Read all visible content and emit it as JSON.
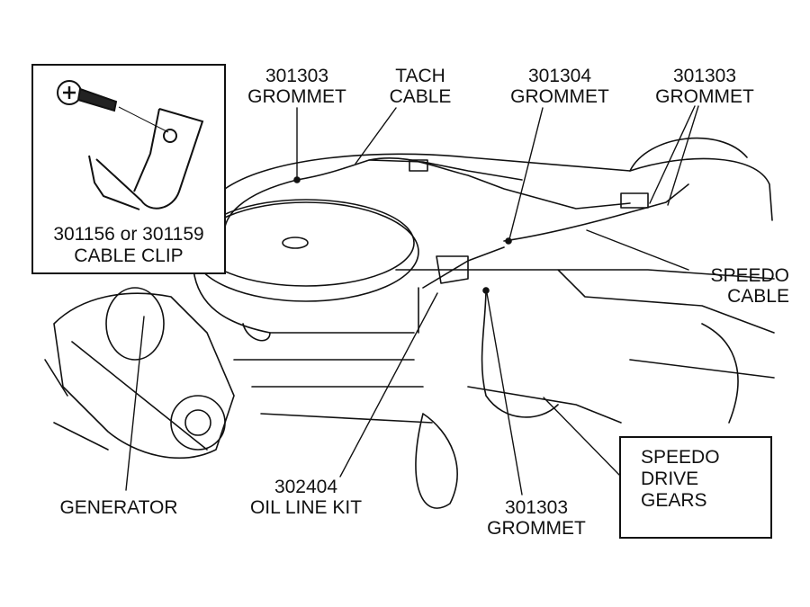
{
  "inset": {
    "part_numbers": "301156 or 301159",
    "name": "CABLE CLIP"
  },
  "labels": {
    "grommet_top_left": {
      "part": "301303",
      "name": "GROMMET"
    },
    "tach_cable": {
      "line1": "TACH",
      "line2": "CABLE"
    },
    "grommet_top_center": {
      "part": "301304",
      "name": "GROMMET"
    },
    "grommet_top_right": {
      "part": "301303",
      "name": "GROMMET"
    },
    "speedo_cable": {
      "line1": "SPEEDO",
      "line2": "CABLE"
    },
    "generator": "GENERATOR",
    "oil_line_kit": {
      "part": "302404",
      "name": "OIL LINE KIT"
    },
    "grommet_bottom": {
      "part": "301303",
      "name": "GROMMET"
    },
    "speedo_drive_gears": {
      "line1": "SPEEDO",
      "line2": "DRIVE",
      "line3": "GEARS"
    }
  }
}
